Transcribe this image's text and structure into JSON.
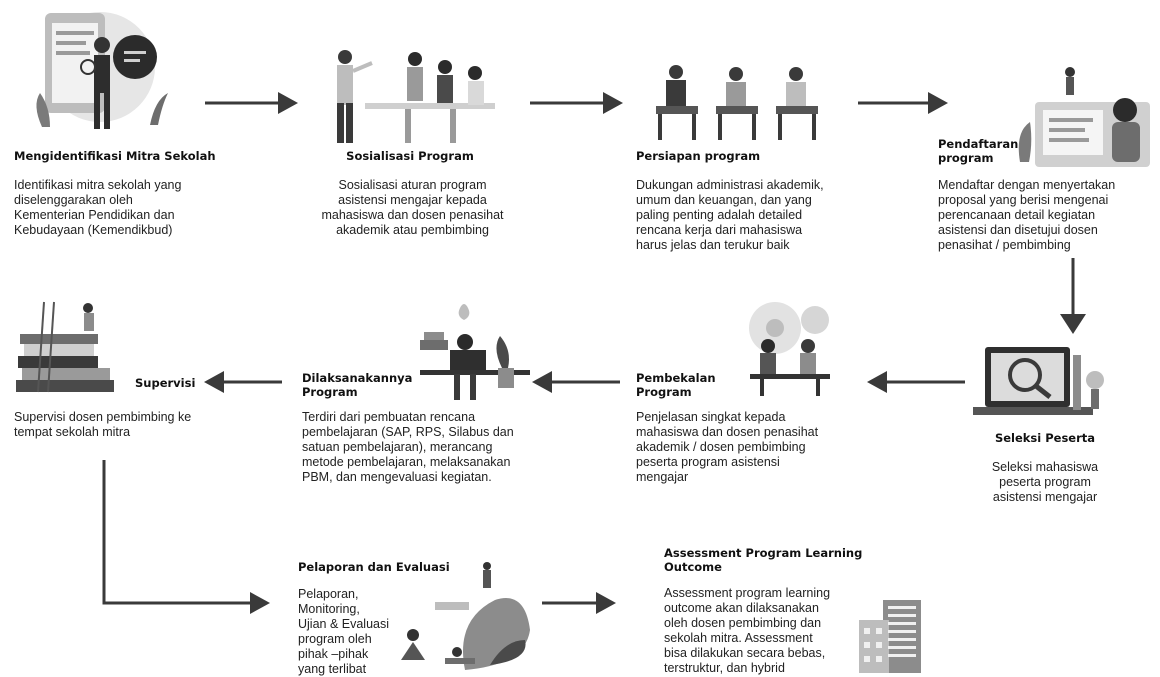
{
  "steps": [
    {
      "title": "Mengidentifikasi Mitra Sekolah",
      "desc": [
        "Identifikasi mitra sekolah yang",
        "diselenggarakan oleh",
        "Kementerian Pendidikan dan",
        "Kebudayaan (Kemendikbud)"
      ]
    },
    {
      "title": "Sosialisasi Program",
      "desc": [
        "Sosialisasi aturan program",
        "asistensi mengajar kepada",
        "mahasiswa dan dosen penasihat",
        "akademik atau pembimbing"
      ]
    },
    {
      "title": "Persiapan program",
      "desc": [
        "Dukungan administrasi akademik,",
        "umum dan keuangan, dan yang",
        "paling penting adalah detailed",
        "rencana kerja dari mahasiswa",
        "harus jelas dan terukur baik"
      ]
    },
    {
      "title": [
        "Pendaftaran",
        "program"
      ],
      "desc": [
        "Mendaftar dengan menyertakan",
        "proposal yang berisi mengenai",
        "perencanaan detail kegiatan",
        "asistensi dan disetujui dosen",
        "penasihat / pembimbing"
      ]
    },
    {
      "title": "Seleksi Peserta",
      "desc": [
        "Seleksi mahasiswa",
        "peserta program",
        "asistensi mengajar"
      ]
    },
    {
      "title": [
        "Pembekalan",
        "Program"
      ],
      "desc": [
        "Penjelasan singkat kepada",
        "mahasiswa dan dosen penasihat",
        "akademik / dosen pembimbing",
        "peserta program asistensi",
        "mengajar"
      ]
    },
    {
      "title": [
        "Dilaksanakannya",
        "Program"
      ],
      "desc": [
        "Terdiri dari pembuatan rencana",
        "pembelajaran (SAP, RPS, Silabus dan",
        "satuan pembelajaran), merancang",
        "metode pembelajaran, melaksanakan",
        "PBM, dan mengevaluasi kegiatan."
      ]
    },
    {
      "title": "Supervisi",
      "desc": [
        "Supervisi dosen pembimbing ke",
        "tempat sekolah mitra"
      ]
    },
    {
      "title": "Pelaporan dan Evaluasi",
      "desc": [
        "Pelaporan,",
        "Monitoring,",
        "Ujian & Evaluasi",
        "program oleh",
        "pihak –pihak",
        "yang terlibat"
      ]
    },
    {
      "title": [
        "Assessment Program Learning",
        "Outcome"
      ],
      "desc": [
        "Assessment program learning",
        "outcome akan dilaksanakan",
        "oleh dosen pembimbing dan",
        "sekolah mitra. Assessment",
        "bisa dilakukan secara bebas,",
        "terstruktur, dan hybrid"
      ]
    }
  ],
  "colors": {
    "ink": "#111111",
    "arrow": "#3a3a3a",
    "illus_dark": "#4a4a4a",
    "illus_mid": "#8c8c8c",
    "illus_light": "#cfcfcf"
  }
}
